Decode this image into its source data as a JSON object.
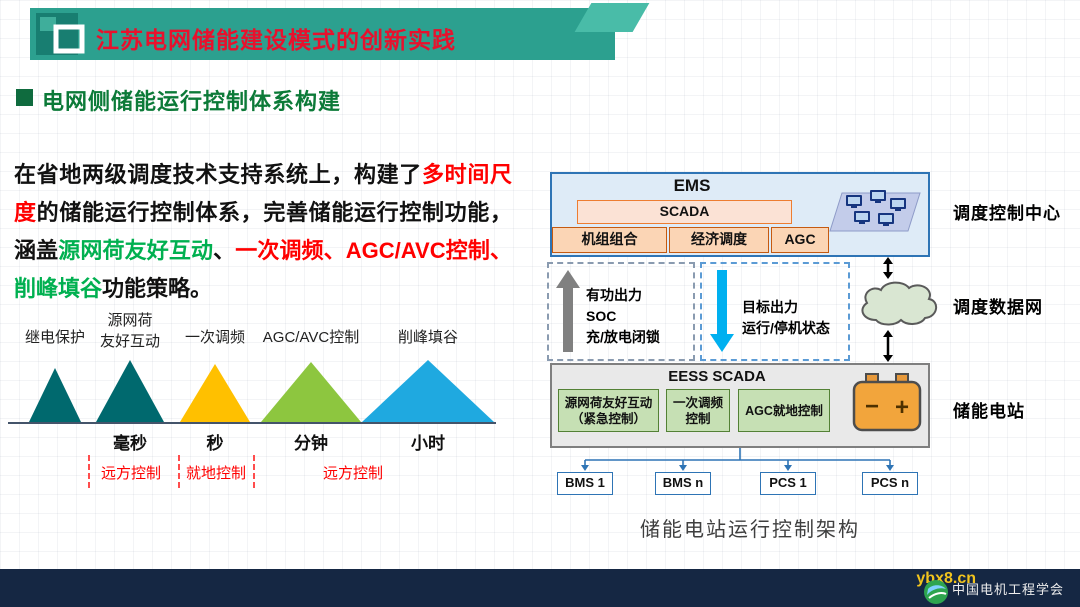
{
  "palette": {
    "band_teal": "#2CA08F",
    "title_red": "#E8112D",
    "section_green": "#0C7A38",
    "up_arrow_gray": "#808080",
    "down_arrow_blue": "#00B0F0"
  },
  "header": {
    "title": "江苏电网储能建设模式的创新实践"
  },
  "section": {
    "title": "电网侧储能运行控制体系构建"
  },
  "intro": {
    "segments": [
      {
        "text": "在省地两级调度技术支持系统上，构建了",
        "color": "#111111"
      },
      {
        "text": "多时间尺度",
        "color": "#FF0000"
      },
      {
        "text": "的储能运行控制体系，完善储能运行控制功能，涵盖",
        "color": "#111111"
      },
      {
        "text": "源网荷友好互动",
        "color": "#00B050"
      },
      {
        "text": "、",
        "color": "#111111"
      },
      {
        "text": "一次调频、AGC/AVC控制、",
        "color": "#FF0000"
      },
      {
        "text": "削峰填谷",
        "color": "#00B050"
      },
      {
        "text": "功能策略。",
        "color": "#111111"
      }
    ]
  },
  "timeline": {
    "items": [
      {
        "label": "继电保护",
        "color": "#00696E"
      },
      {
        "label": "源网荷\n友好互动",
        "color": "#00696E"
      },
      {
        "label": "一次调频",
        "color": "#FFC000"
      },
      {
        "label": "AGC/AVC控制",
        "color": "#8DC63F"
      },
      {
        "label": "削峰填谷",
        "color": "#1FA9E0"
      }
    ],
    "time_labels": [
      "毫秒",
      "秒",
      "分钟",
      "小时"
    ],
    "control_labels": [
      "远方控制",
      "就地控制",
      "远方控制"
    ]
  },
  "diagram": {
    "ems": {
      "title": "EMS",
      "scada_label": "SCADA",
      "modules": [
        "机组组合",
        "经济调度",
        "AGC"
      ]
    },
    "right_labels": {
      "dispatch_center": "调度控制中心",
      "data_network": "调度数据网",
      "storage_station": "储能电站"
    },
    "up_flow": {
      "arrow_color": "#808080",
      "lines": [
        "有功出力",
        "SOC",
        "充/放电闭锁"
      ]
    },
    "down_flow": {
      "arrow_color": "#00B0F0",
      "lines": [
        "目标出力",
        "运行/停机状态"
      ]
    },
    "eess": {
      "title": "EESS SCADA",
      "modules": [
        "源网荷友好互动（紧急控制）",
        "一次调频控制",
        "AGC就地控制"
      ]
    },
    "battery": {
      "negative": "−",
      "positive": "+"
    },
    "devices": [
      "BMS 1",
      "BMS n",
      "PCS 1",
      "PCS n"
    ],
    "caption": "储能电站运行控制架构"
  },
  "footer": {
    "watermark": "ybx8.cn",
    "org_name": "中国电机工程学会"
  }
}
